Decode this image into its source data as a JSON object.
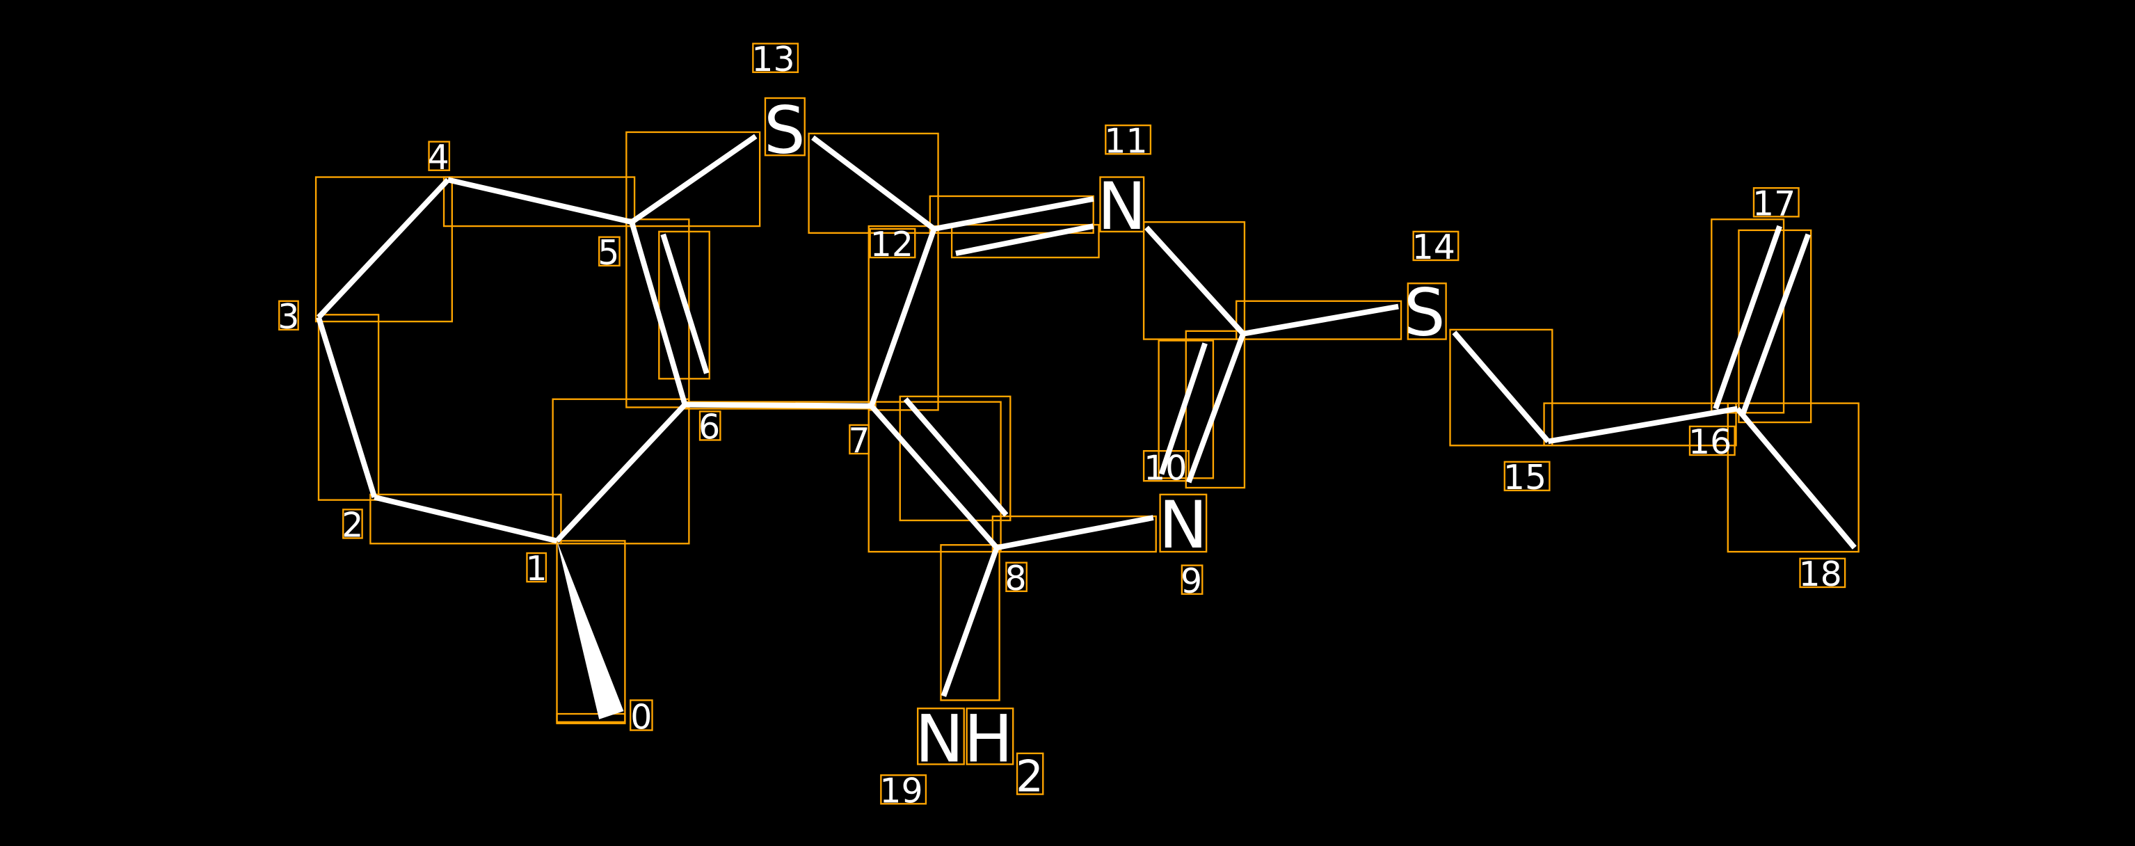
{
  "colors": {
    "background": "#000000",
    "bond": "#ffffff",
    "box": "#FFA500"
  },
  "atoms": {
    "i0": "0",
    "i1": "1",
    "i2": "2",
    "i3": "3",
    "i4": "4",
    "i5": "5",
    "i6": "6",
    "i7": "7",
    "i8": "8",
    "i9": "9",
    "i10": "10",
    "i11": "11",
    "i12": "12",
    "i13": "13",
    "i14": "14",
    "i15": "15",
    "i16": "16",
    "i17": "17",
    "i18": "18",
    "i19": "19"
  },
  "symbols": {
    "s9": "N",
    "s11": "N",
    "s13": "S",
    "s14": "S",
    "s19": "NH",
    "s19_sub": "2"
  }
}
